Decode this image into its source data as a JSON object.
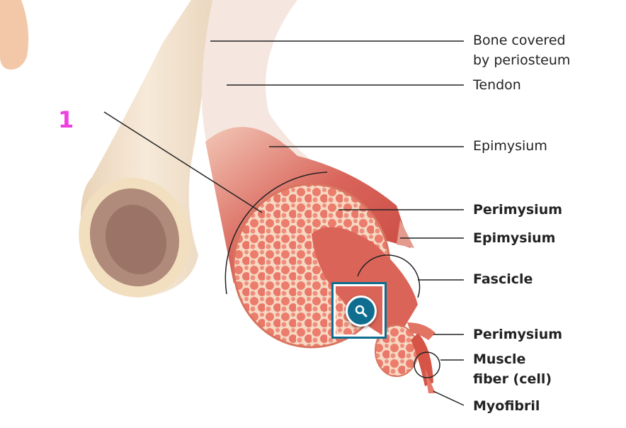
{
  "marker": "1",
  "labels": {
    "bone_line1": "Bone covered",
    "bone_line2": "by periosteum",
    "tendon": "Tendon",
    "epimysium_top": "Epimysium",
    "perimysium_1": "Perimysium",
    "epimysium_2": "Epimysium",
    "fascicle": "Fascicle",
    "perimysium_2": "Perimysium",
    "muscle_fiber_line1": "Muscle",
    "muscle_fiber_line2": "fiber (cell)",
    "myofibril": "Myofibril"
  },
  "colors": {
    "accent": "#0f6e8f",
    "marker": "#f040e0"
  },
  "zoom_button_icon": "magnifier-icon"
}
